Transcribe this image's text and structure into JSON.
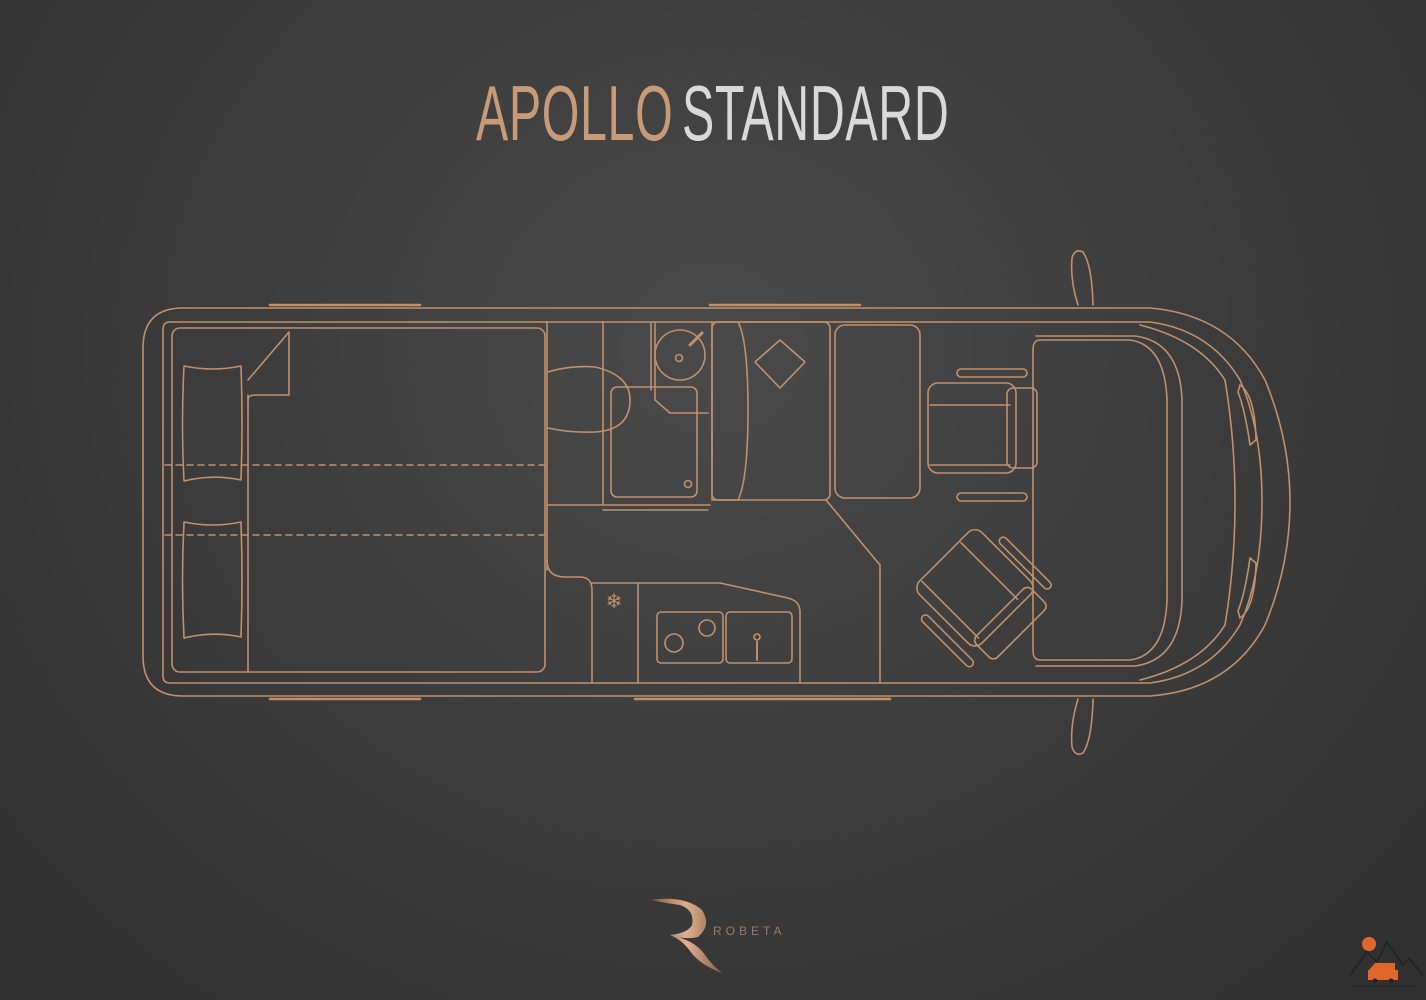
{
  "title": {
    "model": "APOLLO",
    "variant": "STANDARD"
  },
  "brand": {
    "name": "ROBETA"
  },
  "colors": {
    "accent": "#c79a78",
    "line": "#c0906c",
    "background": "#3d3d3d",
    "badge": "#e0662a"
  }
}
